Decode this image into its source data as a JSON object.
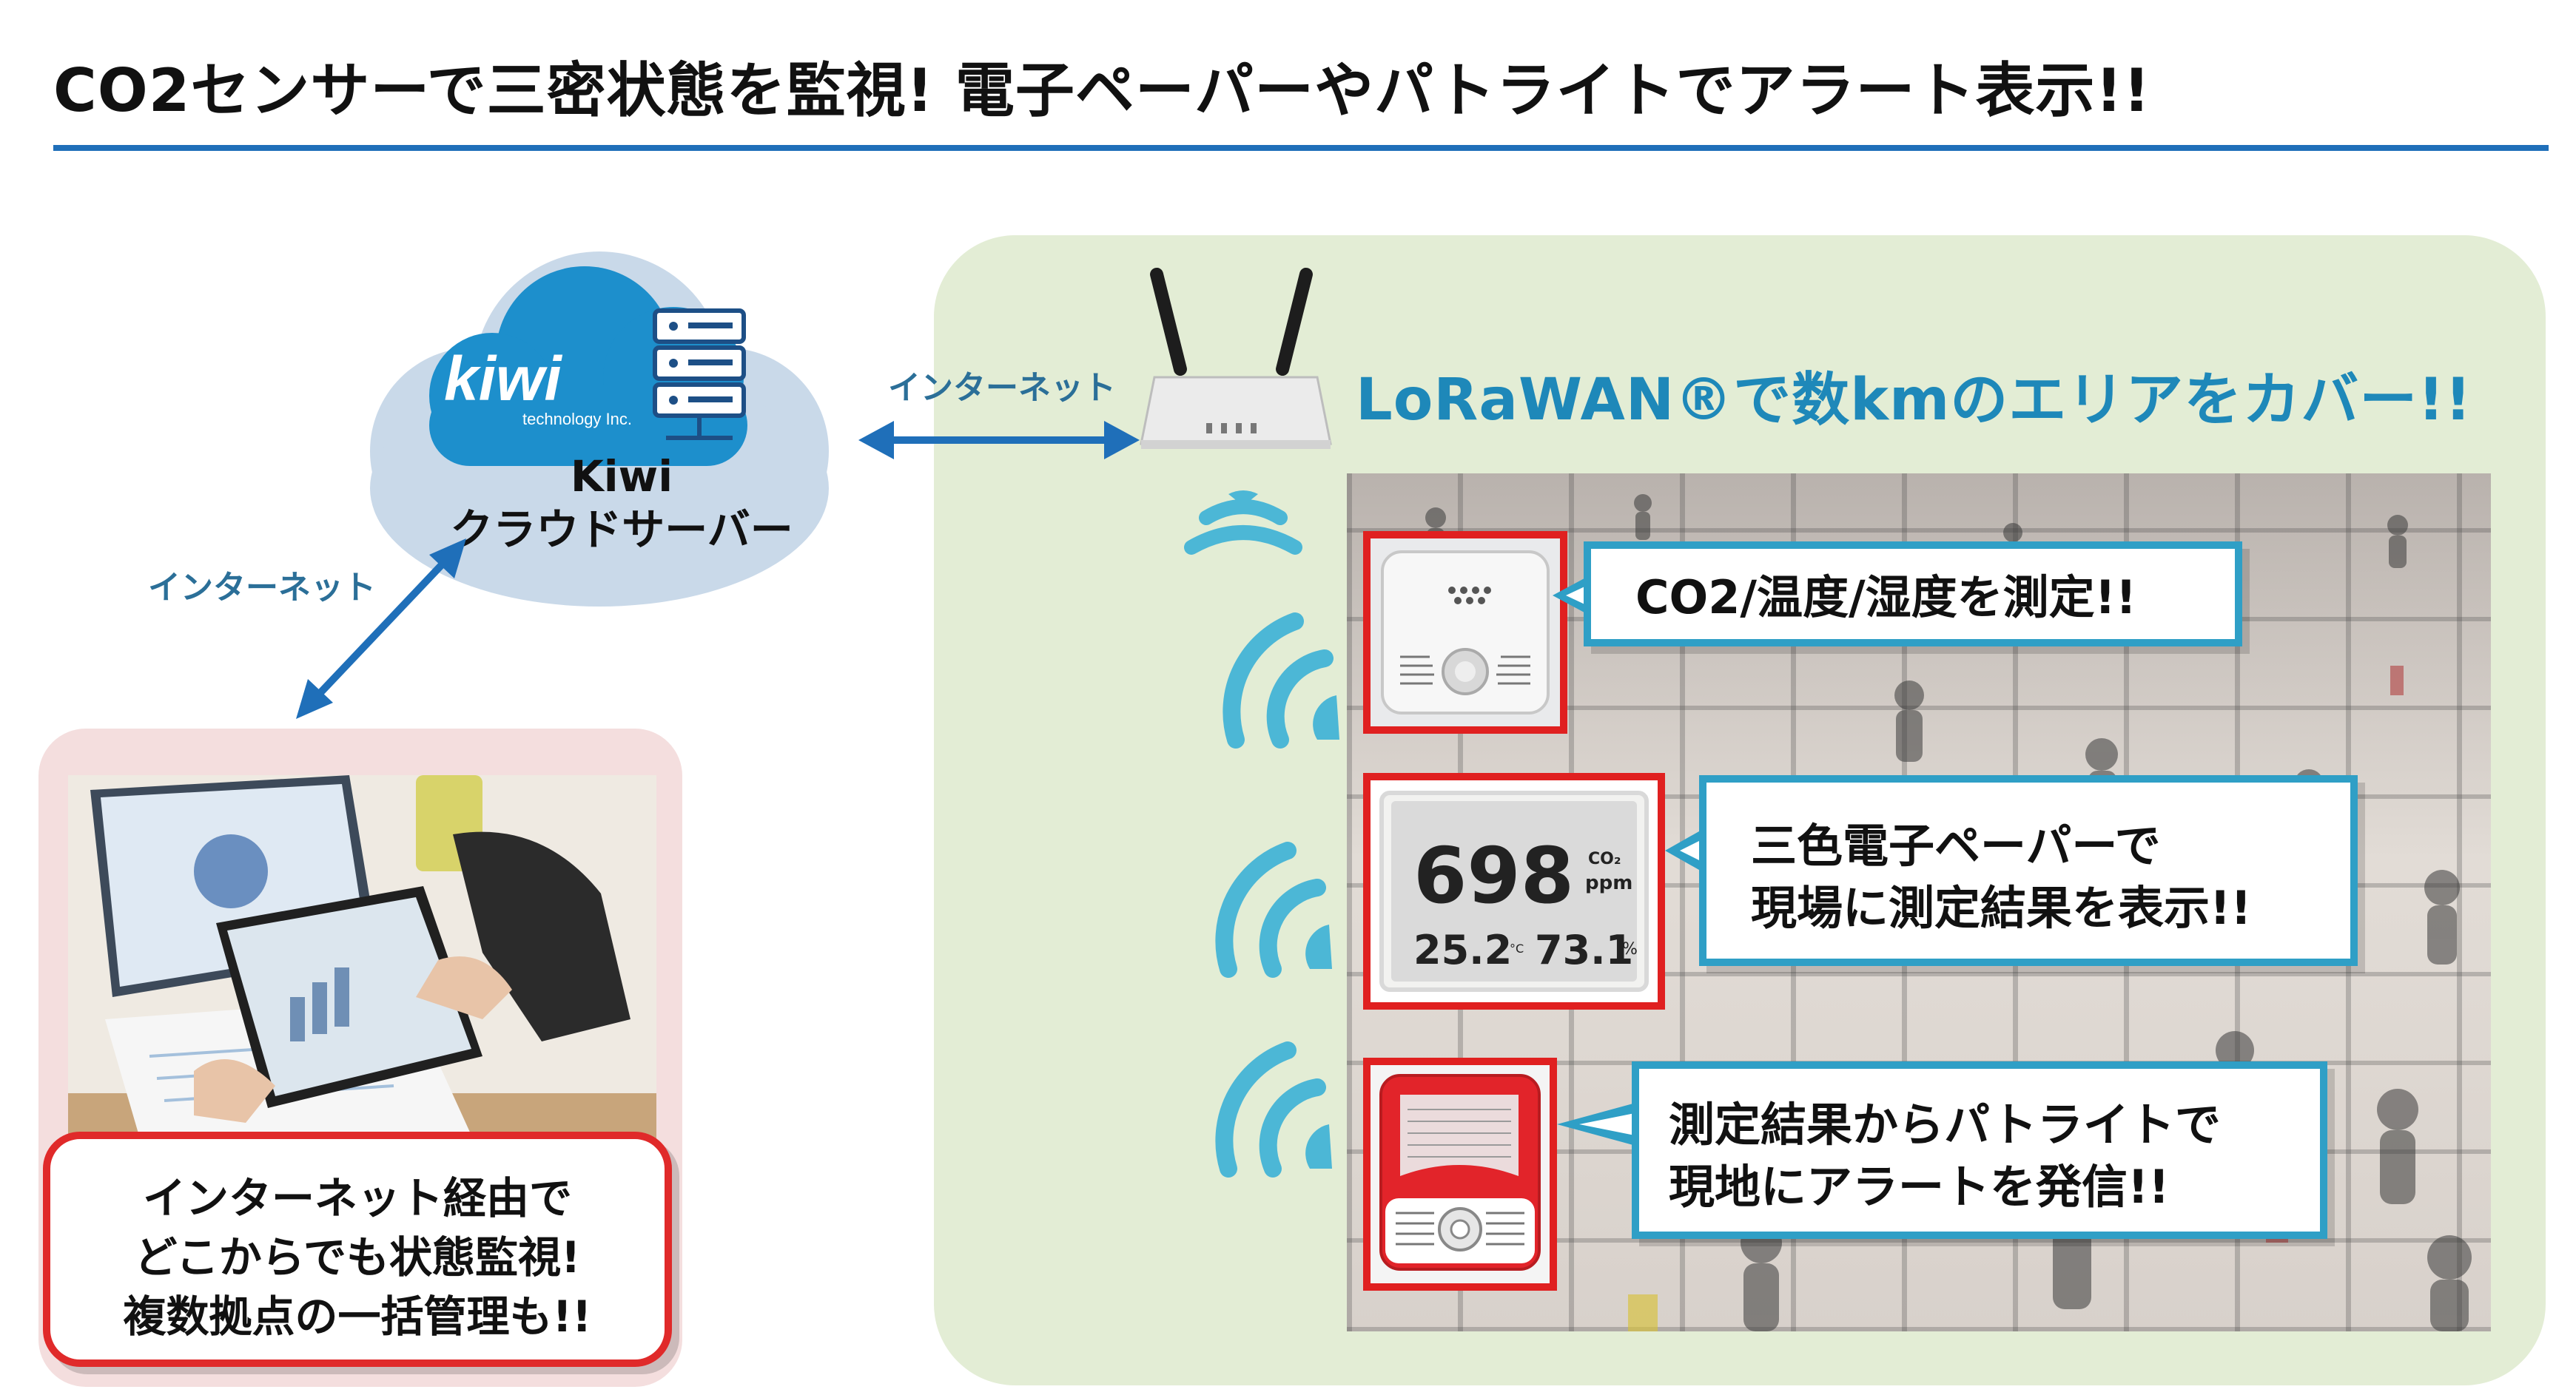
{
  "title": "CO2センサーで三密状態を監視! 電子ペーパーやパトライトでアラート表示!!",
  "colors": {
    "title_rule": "#1f6fb9",
    "net_label": "#2b6f98",
    "arrow": "#1f6fb9",
    "green_area": "#e3edd5",
    "pink_area": "#f4dede",
    "lorawan_text": "#1e88b9",
    "callout_border": "#2f9fc6",
    "device_frame": "#e02020",
    "wifi_arc": "#4cb7d6"
  },
  "cloud": {
    "logo_word": "kiwi",
    "logo_sub": "technology Inc.",
    "server_name_line1": "Kiwi",
    "server_name_line2": "クラウドサーバー"
  },
  "links": {
    "label_top": "インターネット",
    "label_left": "インターネット"
  },
  "lorawan_label": "LoRaWAN®で数kmのエリアをカバー!!",
  "callouts": {
    "c1_line1": "CO2/温度/湿度を測定!!",
    "c2_line1": "三色電子ペーパーで",
    "c2_line2": "現場に測定結果を表示!!",
    "c3_line1": "測定結果からパトライトで",
    "c3_line2": "現地にアラートを発信!!"
  },
  "epaper": {
    "co2_value": "698",
    "co2_unit": "CO₂",
    "ppm": "ppm",
    "temp": "25.2",
    "temp_unit": "°C",
    "humidity": "73.1",
    "humidity_unit": "%"
  },
  "pink_callout": {
    "line1": "インターネット経由で",
    "line2": "どこからでも状態監視!",
    "line3": "複数拠点の一括管理も!!"
  },
  "icons": [
    "cloud-icon",
    "server-icon",
    "gateway-icon",
    "wifi-signal-icon",
    "double-arrow-icon",
    "co2-sensor-icon",
    "patlite-icon"
  ]
}
